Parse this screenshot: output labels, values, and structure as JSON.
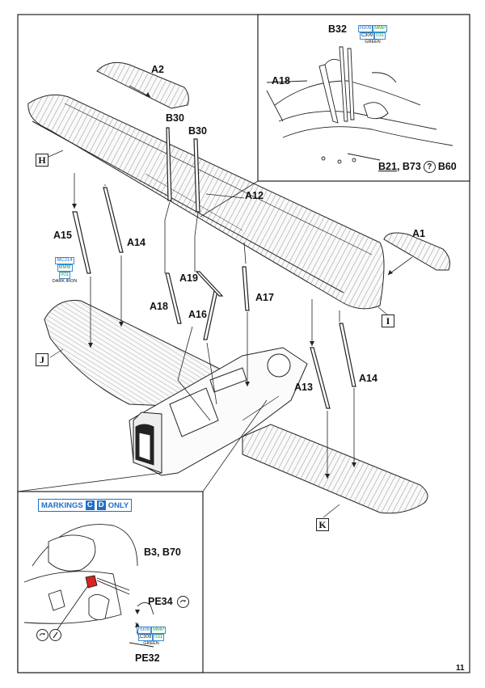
{
  "page_number": "11",
  "step_main": {
    "parts": [
      "A1",
      "A2",
      "A12",
      "A13",
      "A14",
      "A14",
      "A15",
      "A16",
      "A17",
      "A18",
      "A19",
      "B30",
      "B30"
    ],
    "wing_markers": [
      "H",
      "I",
      "J",
      "K"
    ],
    "paint_a15": {
      "row1": "MC214",
      "row2": "MMM",
      "row3": "001",
      "caption": "DARK IRON"
    }
  },
  "inset_top": {
    "label_b32": "B32",
    "label_a18": "A18",
    "bottom_note_part1": "B21",
    "bottom_note_part2": ", B73",
    "bottom_note_symbol": "?",
    "bottom_note_part3": "B60",
    "paint": {
      "c1": "H309",
      "c2": "MMP",
      "c3": "C309",
      "c4": "031",
      "caption": "GREEN"
    }
  },
  "inset_bottom": {
    "banner_prefix": "MARKINGS",
    "banner_c": "C",
    "banner_d": "D",
    "banner_suffix": "ONLY",
    "label_b3_b70": "B3, B70",
    "label_pe34": "PE34",
    "label_pe32": "PE32",
    "paint": {
      "c1": "H309",
      "c2": "MMP",
      "c3": "C309",
      "c4": "031",
      "caption": "GREEN"
    },
    "highlight_color": "#d62424"
  }
}
